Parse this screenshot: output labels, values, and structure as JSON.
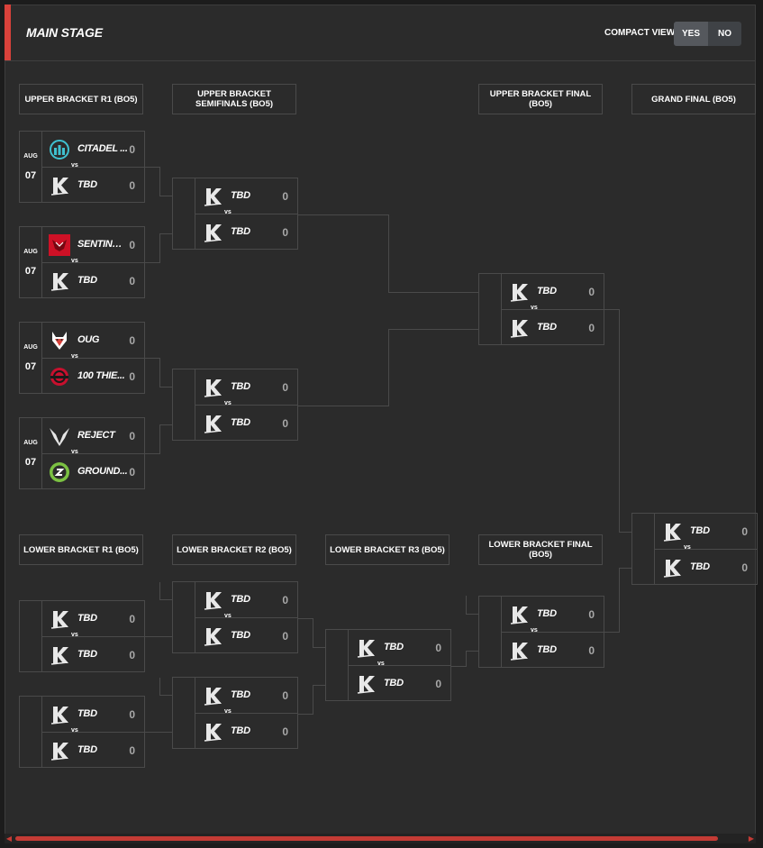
{
  "header": {
    "title": "MAIN STAGE",
    "compact_view_label": "COMPACT VIEW",
    "toggle_yes": "YES",
    "toggle_no": "NO",
    "accent_color": "#d9423b"
  },
  "rounds": {
    "ub_r1": "UPPER BRACKET R1 (BO5)",
    "ub_semis": "UPPER BRACKET SEMIFINALS (BO5)",
    "ub_final": "UPPER BRACKET FINAL (BO5)",
    "grand_final": "GRAND FINAL (BO5)",
    "lb_r1": "LOWER BRACKET R1 (BO5)",
    "lb_r2": "LOWER BRACKET R2 (BO5)",
    "lb_r3": "LOWER BRACKET R3 (BO5)",
    "lb_final": "LOWER BRACKET FINAL (BO5)"
  },
  "vs_label": "vs",
  "matches": {
    "ub1": {
      "month": "AUG",
      "day": "07",
      "t1": {
        "name": "CITADEL ...",
        "score": "0",
        "logo": "citadel-logo"
      },
      "t2": {
        "name": "TBD",
        "score": "0",
        "logo": "tbd-k-logo"
      }
    },
    "ub2": {
      "month": "AUG",
      "day": "07",
      "t1": {
        "name": "SENTINELS",
        "score": "0",
        "logo": "sentinels-logo"
      },
      "t2": {
        "name": "TBD",
        "score": "0",
        "logo": "tbd-k-logo"
      }
    },
    "ub3": {
      "month": "AUG",
      "day": "07",
      "t1": {
        "name": "OUG",
        "score": "0",
        "logo": "oug-logo"
      },
      "t2": {
        "name": "100 THIE...",
        "score": "0",
        "logo": "100-thieves-logo"
      }
    },
    "ub4": {
      "month": "AUG",
      "day": "07",
      "t1": {
        "name": "REJECT",
        "score": "0",
        "logo": "reject-logo"
      },
      "t2": {
        "name": "GROUND...",
        "score": "0",
        "logo": "ground-zero-logo"
      }
    },
    "ubs1": {
      "t1": {
        "name": "TBD",
        "score": "0"
      },
      "t2": {
        "name": "TBD",
        "score": "0"
      }
    },
    "ubs2": {
      "t1": {
        "name": "TBD",
        "score": "0"
      },
      "t2": {
        "name": "TBD",
        "score": "0"
      }
    },
    "ubf": {
      "t1": {
        "name": "TBD",
        "score": "0"
      },
      "t2": {
        "name": "TBD",
        "score": "0"
      }
    },
    "gf": {
      "t1": {
        "name": "TBD",
        "score": "0"
      },
      "t2": {
        "name": "TBD",
        "score": "0"
      }
    },
    "lb1a": {
      "t1": {
        "name": "TBD",
        "score": "0"
      },
      "t2": {
        "name": "TBD",
        "score": "0"
      }
    },
    "lb1b": {
      "t1": {
        "name": "TBD",
        "score": "0"
      },
      "t2": {
        "name": "TBD",
        "score": "0"
      }
    },
    "lb2a": {
      "t1": {
        "name": "TBD",
        "score": "0"
      },
      "t2": {
        "name": "TBD",
        "score": "0"
      }
    },
    "lb2b": {
      "t1": {
        "name": "TBD",
        "score": "0"
      },
      "t2": {
        "name": "TBD",
        "score": "0"
      }
    },
    "lb3": {
      "t1": {
        "name": "TBD",
        "score": "0"
      },
      "t2": {
        "name": "TBD",
        "score": "0"
      }
    },
    "lbf": {
      "t1": {
        "name": "TBD",
        "score": "0"
      },
      "t2": {
        "name": "TBD",
        "score": "0"
      }
    }
  }
}
